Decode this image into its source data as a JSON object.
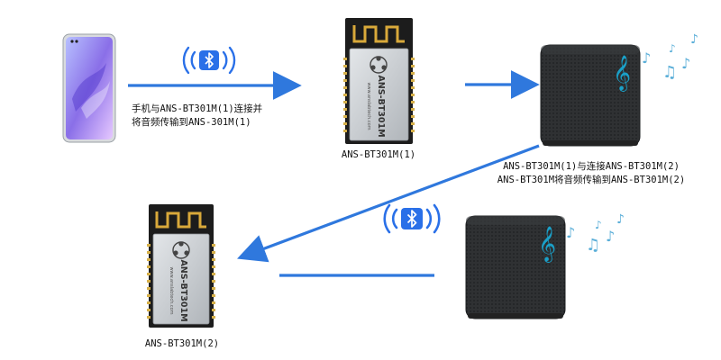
{
  "colors": {
    "arrow": "#2f78dd",
    "bluetooth_tile": "#2a70e8",
    "bluetooth_waves": "#2a70e8",
    "speaker_body": "#2f3133",
    "speaker_logo": "#1aa0c8",
    "note_color": "#5aaed8",
    "module_pcb": "#1c1c1c",
    "module_shield": "#c8ccd0",
    "antenna_gold": "#d9a93a"
  },
  "icons": {
    "phone": "smartphone-icon",
    "bluetooth": "bluetooth-icon",
    "module": "bt-module-icon",
    "speaker": "bluetooth-speaker-icon",
    "music_note": "music-note-icon"
  },
  "module_marking": {
    "model": "ANS-BT301M",
    "website": "www.anslabtech.com"
  },
  "labels": {
    "phone_caption_line1": "手机与ANS-BT301M(1)连接并",
    "phone_caption_line2": "将音频传输到ANS-301M(1)",
    "module1_caption": "ANS-BT301M(1)",
    "speaker1_caption_line1": "ANS-BT301M(1)与连接ANS-BT301M(2)",
    "speaker1_caption_line2": "ANS-BT301M将音频传输到ANS-BT301M(2)",
    "module2_caption": "ANS-BT301M(2)"
  }
}
